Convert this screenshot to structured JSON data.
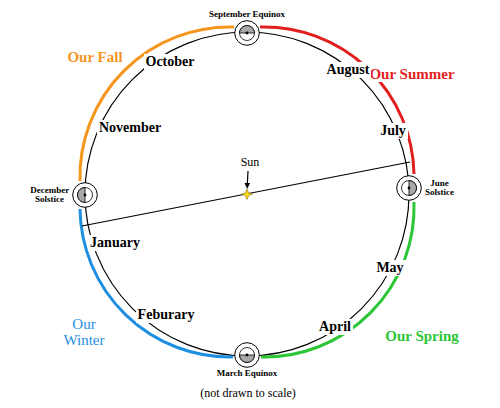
{
  "diagram": {
    "nodes": [
      {
        "text": [
          "September Equinox"
        ]
      },
      {
        "text": [
          "December Solstice"
        ]
      },
      {
        "text": [
          "June Solstice"
        ]
      },
      {
        "text": [
          "March Equinox"
        ]
      }
    ],
    "labels": [
      "Our Fall",
      "October",
      "Our Summer",
      "August",
      "November",
      "July",
      "Sun",
      "January",
      "May",
      "Feburary",
      "April",
      "Our Winter",
      "Our Spring",
      "(not drawn to scale)"
    ]
  }
}
